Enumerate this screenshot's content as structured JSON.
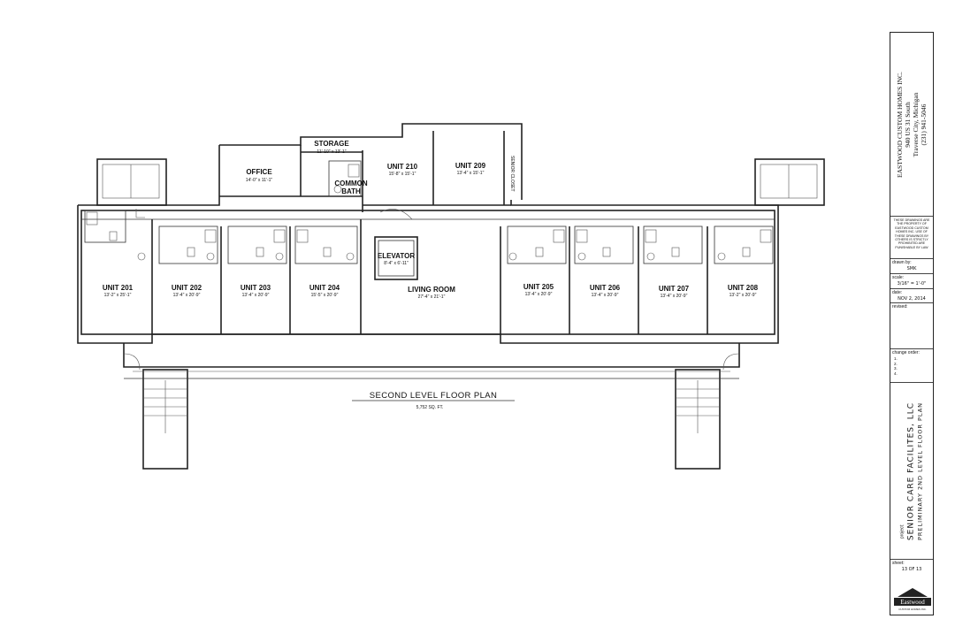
{
  "plan": {
    "title": "SECOND LEVEL FLOOR PLAN",
    "area": "5,752 SQ. FT.",
    "rooms": [
      {
        "key": "storage",
        "label": "STORAGE",
        "dim": "11'-10\" x 13'-1\""
      },
      {
        "key": "office",
        "label": "OFFICE",
        "dim": "14'-0\" x 11'-1\""
      },
      {
        "key": "common_bath",
        "label": "COMMON BATH",
        "dim": ""
      },
      {
        "key": "unit210",
        "label": "UNIT 210",
        "dim": "15'-8\" x 15'-1\""
      },
      {
        "key": "unit209",
        "label": "UNIT 209",
        "dim": "13'-4\" x 15'-1\""
      },
      {
        "key": "unit201",
        "label": "UNIT 201",
        "dim": "13'-2\" x 25'-1\""
      },
      {
        "key": "unit202",
        "label": "UNIT 202",
        "dim": "13'-4\" x 20'-9\""
      },
      {
        "key": "unit203",
        "label": "UNIT 203",
        "dim": "13'-4\" x 20'-9\""
      },
      {
        "key": "unit204",
        "label": "UNIT 204",
        "dim": "15'-5\" x 20'-9\""
      },
      {
        "key": "elevator",
        "label": "ELEVATOR",
        "dim": "8'-4\" x 6'-11\""
      },
      {
        "key": "living",
        "label": "LIVING ROOM",
        "dim": "27'-4\" x 21'-1\""
      },
      {
        "key": "unit205",
        "label": "UNIT 205",
        "dim": "13'-4\" x 20'-9\""
      },
      {
        "key": "unit206",
        "label": "UNIT 206",
        "dim": "13'-4\" x 20'-9\""
      },
      {
        "key": "unit207",
        "label": "UNIT 207",
        "dim": "13'-4\" x 20'-9\""
      },
      {
        "key": "unit208",
        "label": "UNIT 208",
        "dim": "13'-2\" x 20'-9\""
      }
    ],
    "closet_label": "SENIOR CLOSET"
  },
  "titleblock": {
    "firm_lines": [
      "EASTWOOD CUSTOM HOMES INC.",
      "940 US 31 South",
      "Traverse City, Michigan",
      "(231) 941-5046"
    ],
    "notice": "THESE DRAWINGS ARE THE PROPERTY OF EASTWOOD CUSTOM HOMES INC. USE OF THESE DRAWINGS BY OTHERS IS STRICTLY PROHIBITED ARE PUNISHABLE BY LAW",
    "drawn_by_label": "drawn by:",
    "drawn_by": "SMK",
    "scale_label": "scale:",
    "scale": "3/16\" = 1'-0\"",
    "date_label": "date:",
    "date": "NOV 2, 2014",
    "revised_label": "revised:",
    "change_order_label": "change order:",
    "change_orders": [
      "1.",
      "2.",
      "3.",
      "4."
    ],
    "project_label": "project:",
    "project_lines": [
      "SENIOR CARE FACILITES, LLC",
      "PRELIMINARY 2ND LEVEL FLOOR PLAN"
    ],
    "sheet_label": "sheet:",
    "sheet": "13 OF 13",
    "logo_text": "Eastwood",
    "logo_sub": "CUSTOM HOMES INC."
  }
}
